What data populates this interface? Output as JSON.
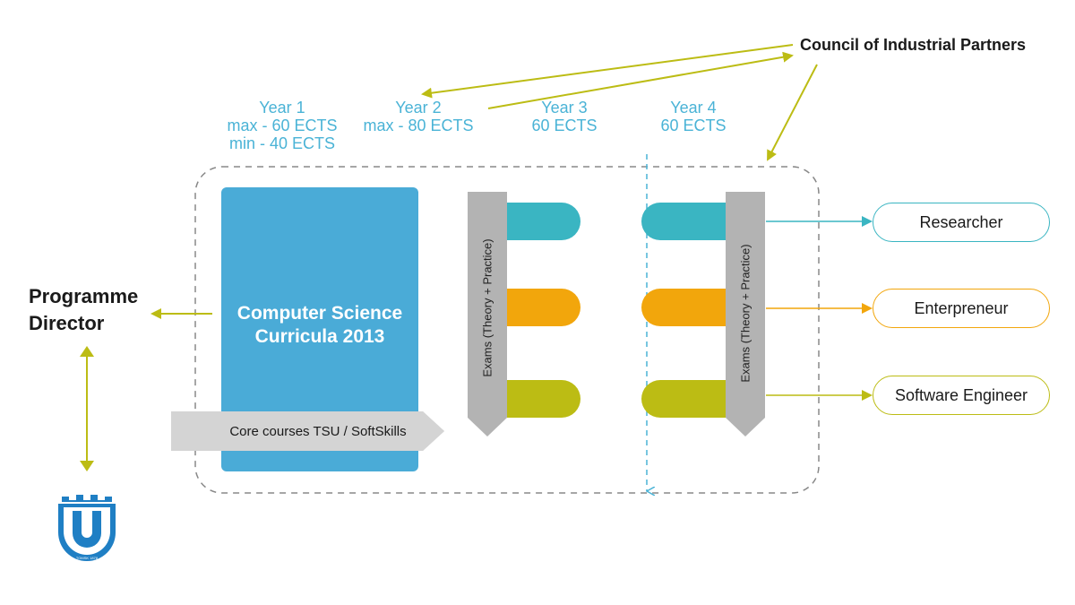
{
  "council": "Council of Industrial Partners",
  "director": [
    "Programme",
    "Director"
  ],
  "years": [
    {
      "lines": [
        "Year 1",
        "max - 60 ECTS",
        "min - 40 ECTS"
      ]
    },
    {
      "lines": [
        "Year 2",
        "max - 80 ECTS"
      ]
    },
    {
      "lines": [
        "Year 3",
        "60 ECTS"
      ]
    },
    {
      "lines": [
        "Year 4",
        "60 ECTS"
      ]
    }
  ],
  "curricula": [
    "Computer Science",
    "Curricula 2013"
  ],
  "core_courses": "Core courses TSU / SoftSkills",
  "exams_label": "Exams (Theory + Practice)",
  "outcomes": [
    {
      "label": "Researcher",
      "color": "#3ab5c2"
    },
    {
      "label": "Enterpreneur",
      "color": "#f2a60c"
    },
    {
      "label": "Software Engineer",
      "color": "#bcbc14"
    }
  ],
  "colors": {
    "year_text": "#4ab3d6",
    "arrow": "#bcbc14",
    "curricula_box": "#4aabd7",
    "exam_bar": "#b3b3b3",
    "core_arrow": "#d4d4d4"
  },
  "logo": {
    "icon": "tsu-shield-logo",
    "text": "TOMSK 1878"
  }
}
